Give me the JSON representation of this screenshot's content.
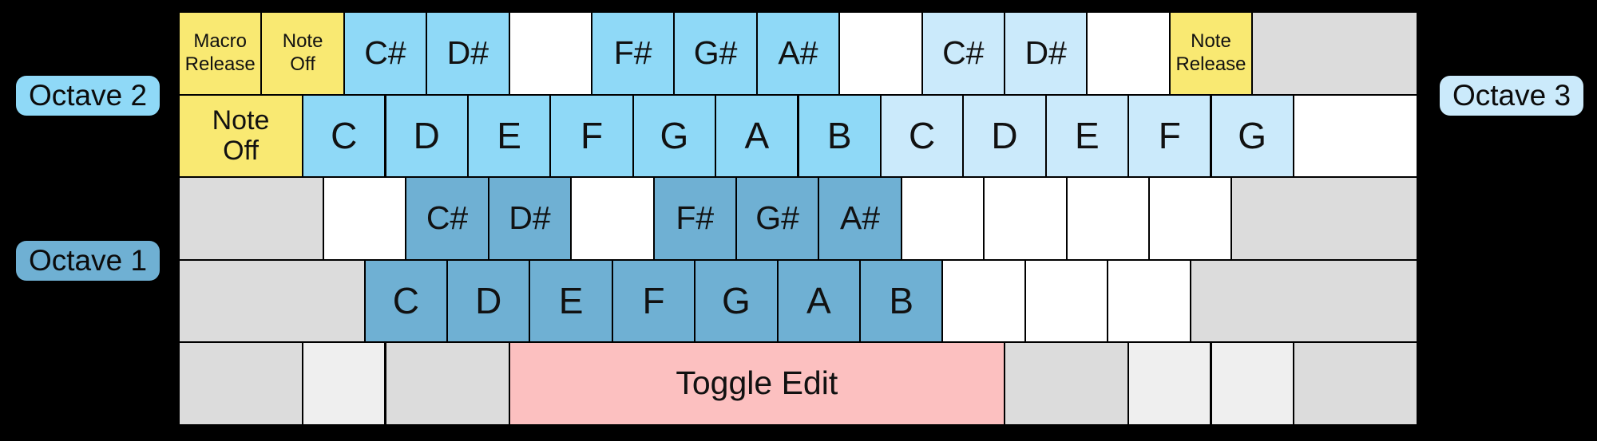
{
  "colors": {
    "background": "#000000",
    "text": "#111111",
    "oct1": "#6FB0D3",
    "oct2": "#8FD9F7",
    "oct3": "#CBEAFB",
    "yellow": "#F9E972",
    "pink": "#FCC0C0",
    "grayMed": "#DCDCDC",
    "grayLight": "#EFEFEF",
    "white": "#FFFFFF"
  },
  "labels": {
    "octave1": "Octave 1",
    "octave2": "Octave 2",
    "octave3": "Octave 3"
  },
  "keyboard": {
    "rows": [
      {
        "keys": [
          {
            "name": "key-macro-release",
            "label": "Macro\nRelease",
            "color": "yellow",
            "units": 1,
            "size": "xs"
          },
          {
            "name": "key-note-off",
            "label": "Note\nOff",
            "color": "yellow",
            "units": 1,
            "size": "xs"
          },
          {
            "name": "key-note-csharp-oct2",
            "label": "C#",
            "color": "oct2",
            "units": 1,
            "size": "sharp"
          },
          {
            "name": "key-note-dsharp-oct2",
            "label": "D#",
            "color": "oct2",
            "units": 1,
            "size": "sharp"
          },
          {
            "name": "key-blank",
            "label": "",
            "color": "white",
            "units": 1
          },
          {
            "name": "key-note-fsharp-oct2",
            "label": "F#",
            "color": "oct2",
            "units": 1,
            "size": "sharp"
          },
          {
            "name": "key-note-gsharp-oct2",
            "label": "G#",
            "color": "oct2",
            "units": 1,
            "size": "sharp"
          },
          {
            "name": "key-note-asharp-oct2",
            "label": "A#",
            "color": "oct2",
            "units": 1,
            "size": "sharp"
          },
          {
            "name": "key-blank",
            "label": "",
            "color": "white",
            "units": 1
          },
          {
            "name": "key-note-csharp-oct3",
            "label": "C#",
            "color": "oct3",
            "units": 1,
            "size": "sharp"
          },
          {
            "name": "key-note-dsharp-oct3",
            "label": "D#",
            "color": "oct3",
            "units": 1,
            "size": "sharp"
          },
          {
            "name": "key-blank",
            "label": "",
            "color": "white",
            "units": 1
          },
          {
            "name": "key-note-release",
            "label": "Note\nRelease",
            "color": "yellow",
            "units": 1,
            "size": "xs"
          },
          {
            "name": "key-unassigned",
            "label": "",
            "color": "grayMed",
            "units": 2
          }
        ]
      },
      {
        "keys": [
          {
            "name": "key-note-off-wide",
            "label": "Note\nOff",
            "color": "yellow",
            "units": 1.5,
            "size": "sm"
          },
          {
            "name": "key-note-c-oct2",
            "label": "C",
            "color": "oct2",
            "units": 1,
            "size": "letter"
          },
          {
            "name": "key-note-d-oct2",
            "label": "D",
            "color": "oct2",
            "units": 1,
            "size": "letter"
          },
          {
            "name": "key-note-e-oct2",
            "label": "E",
            "color": "oct2",
            "units": 1,
            "size": "letter"
          },
          {
            "name": "key-note-f-oct2",
            "label": "F",
            "color": "oct2",
            "units": 1,
            "size": "letter"
          },
          {
            "name": "key-note-g-oct2",
            "label": "G",
            "color": "oct2",
            "units": 1,
            "size": "letter"
          },
          {
            "name": "key-note-a-oct2",
            "label": "A",
            "color": "oct2",
            "units": 1,
            "size": "letter"
          },
          {
            "name": "key-note-b-oct2",
            "label": "B",
            "color": "oct2",
            "units": 1,
            "size": "letter"
          },
          {
            "name": "key-note-c-oct3",
            "label": "C",
            "color": "oct3",
            "units": 1,
            "size": "letter"
          },
          {
            "name": "key-note-d-oct3",
            "label": "D",
            "color": "oct3",
            "units": 1,
            "size": "letter"
          },
          {
            "name": "key-note-e-oct3",
            "label": "E",
            "color": "oct3",
            "units": 1,
            "size": "letter"
          },
          {
            "name": "key-note-f-oct3",
            "label": "F",
            "color": "oct3",
            "units": 1,
            "size": "letter"
          },
          {
            "name": "key-note-g-oct3",
            "label": "G",
            "color": "oct3",
            "units": 1,
            "size": "letter"
          },
          {
            "name": "key-blank",
            "label": "",
            "color": "white",
            "units": 1.5
          }
        ]
      },
      {
        "keys": [
          {
            "name": "key-unassigned",
            "label": "",
            "color": "grayMed",
            "units": 1.75
          },
          {
            "name": "key-blank",
            "label": "",
            "color": "white",
            "units": 1
          },
          {
            "name": "key-note-csharp-oct1",
            "label": "C#",
            "color": "oct1",
            "units": 1,
            "size": "sharp"
          },
          {
            "name": "key-note-dsharp-oct1",
            "label": "D#",
            "color": "oct1",
            "units": 1,
            "size": "sharp"
          },
          {
            "name": "key-blank",
            "label": "",
            "color": "white",
            "units": 1
          },
          {
            "name": "key-note-fsharp-oct1",
            "label": "F#",
            "color": "oct1",
            "units": 1,
            "size": "sharp"
          },
          {
            "name": "key-note-gsharp-oct1",
            "label": "G#",
            "color": "oct1",
            "units": 1,
            "size": "sharp"
          },
          {
            "name": "key-note-asharp-oct1",
            "label": "A#",
            "color": "oct1",
            "units": 1,
            "size": "sharp"
          },
          {
            "name": "key-blank",
            "label": "",
            "color": "white",
            "units": 1
          },
          {
            "name": "key-blank",
            "label": "",
            "color": "white",
            "units": 1
          },
          {
            "name": "key-blank",
            "label": "",
            "color": "white",
            "units": 1
          },
          {
            "name": "key-blank",
            "label": "",
            "color": "white",
            "units": 1
          },
          {
            "name": "key-unassigned",
            "label": "",
            "color": "grayMed",
            "units": 2.25
          }
        ]
      },
      {
        "keys": [
          {
            "name": "key-unassigned",
            "label": "",
            "color": "grayMed",
            "units": 2.25
          },
          {
            "name": "key-note-c-oct1",
            "label": "C",
            "color": "oct1",
            "units": 1,
            "size": "letter"
          },
          {
            "name": "key-note-d-oct1",
            "label": "D",
            "color": "oct1",
            "units": 1,
            "size": "letter"
          },
          {
            "name": "key-note-e-oct1",
            "label": "E",
            "color": "oct1",
            "units": 1,
            "size": "letter"
          },
          {
            "name": "key-note-f-oct1",
            "label": "F",
            "color": "oct1",
            "units": 1,
            "size": "letter"
          },
          {
            "name": "key-note-g-oct1",
            "label": "G",
            "color": "oct1",
            "units": 1,
            "size": "letter"
          },
          {
            "name": "key-note-a-oct1",
            "label": "A",
            "color": "oct1",
            "units": 1,
            "size": "letter"
          },
          {
            "name": "key-note-b-oct1",
            "label": "B",
            "color": "oct1",
            "units": 1,
            "size": "letter"
          },
          {
            "name": "key-blank",
            "label": "",
            "color": "white",
            "units": 1
          },
          {
            "name": "key-blank",
            "label": "",
            "color": "white",
            "units": 1
          },
          {
            "name": "key-blank",
            "label": "",
            "color": "white",
            "units": 1
          },
          {
            "name": "key-unassigned",
            "label": "",
            "color": "grayMed",
            "units": 2.75
          }
        ]
      },
      {
        "keys": [
          {
            "name": "key-unassigned",
            "label": "",
            "color": "grayMed",
            "units": 1.5
          },
          {
            "name": "key-unassigned",
            "label": "",
            "color": "grayLight",
            "units": 1
          },
          {
            "name": "key-unassigned",
            "label": "",
            "color": "grayMed",
            "units": 1.5
          },
          {
            "name": "key-toggle-edit",
            "label": "Toggle Edit",
            "color": "pink",
            "units": 6,
            "size": "toggle"
          },
          {
            "name": "key-unassigned",
            "label": "",
            "color": "grayMed",
            "units": 1.5
          },
          {
            "name": "key-unassigned",
            "label": "",
            "color": "grayLight",
            "units": 1
          },
          {
            "name": "key-unassigned",
            "label": "",
            "color": "grayLight",
            "units": 1
          },
          {
            "name": "key-unassigned",
            "label": "",
            "color": "grayMed",
            "units": 1.5
          }
        ]
      }
    ]
  }
}
